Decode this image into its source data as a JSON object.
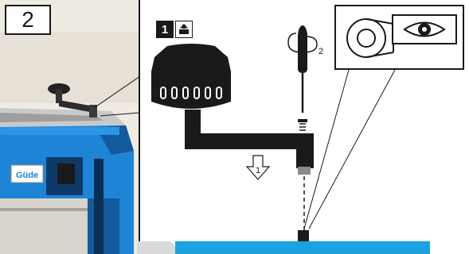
{
  "figure": {
    "step_number": "2",
    "badge_number": "1",
    "label_screwdriver_turn": "2",
    "label_lower_arrow": "1",
    "brand_text": "Güde"
  },
  "colors": {
    "machine_blue": "#1e84d6",
    "machine_dark_blue": "#135a9c",
    "accent_bar": "#1aa3e0",
    "ink": "#1a1a1a"
  },
  "icons": {
    "badge": "package-unpack-icon",
    "detail": "eye-icon",
    "arrow": "arrow-down-icon",
    "rotate": "rotate-arrow-icon"
  }
}
